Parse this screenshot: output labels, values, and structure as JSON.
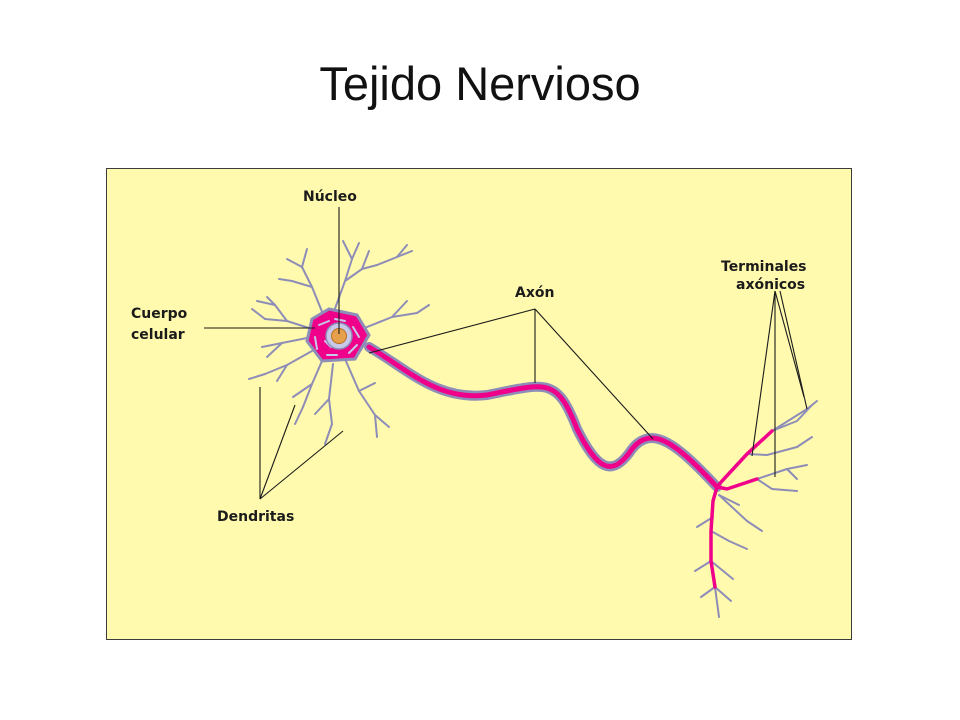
{
  "slide": {
    "title": "Tejido Nervioso"
  },
  "diagram": {
    "background_color": "#FFFAAE",
    "membrane_color": "#8D8DB8",
    "axoplasm_color": "#F0008A",
    "nucleus_color": "#E6A04B",
    "labels": {
      "nucleus": "Núcleo",
      "cell_body_line1": "Cuerpo",
      "cell_body_line2": "celular",
      "axon": "Axón",
      "axon_terminals_line1": "Terminales",
      "axon_terminals_line2": "axónicos",
      "dendrites": "Dendritas"
    }
  }
}
